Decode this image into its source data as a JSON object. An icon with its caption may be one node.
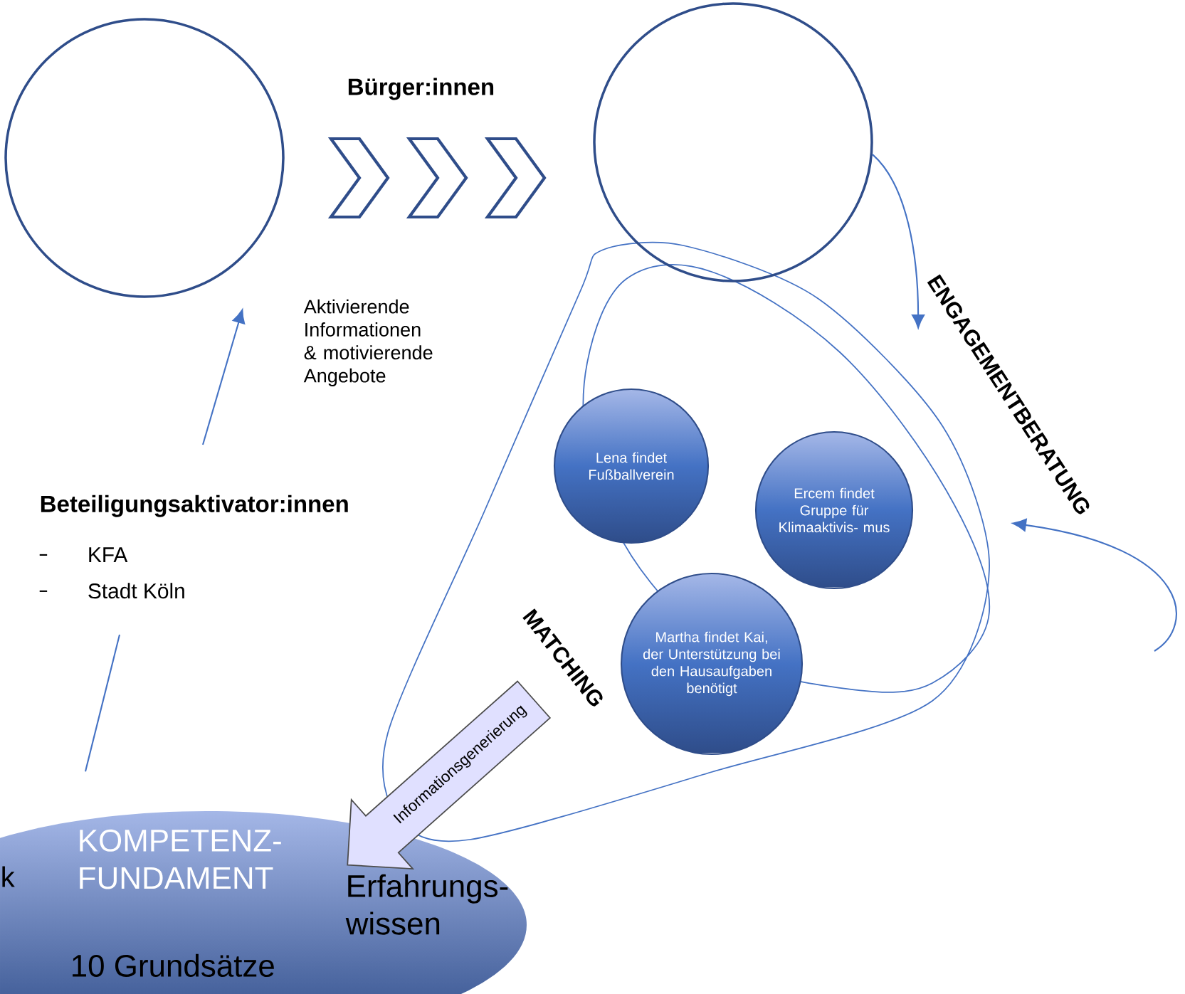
{
  "diagram": {
    "nodes": [
      {
        "text": [],
        "shape": "circle"
      },
      {
        "text": [],
        "shape": "circle"
      },
      {
        "text": [
          "Beteiligungsaktivator:innen",
          "KFA",
          "Stadt Köln"
        ]
      },
      {
        "text": [
          "Lena findet Fußballverein"
        ]
      },
      {
        "text": [
          "Ercem findet Gruppe für Klimaaktivis- mus"
        ]
      },
      {
        "text": [
          "Martha findet Kai, der Unterstützung bei den Hausaufgaben benötigt"
        ]
      },
      {
        "text": [
          "Informationsgenerierung"
        ]
      },
      {
        "text": [
          "KOMPETENZ- FUNDAMENT",
          "10 Grundsätze",
          "Erfahrungs- wissen"
        ]
      },
      {
        "text": [
          "ENGAGEMENTBERATUNG"
        ]
      }
    ],
    "edges": [
      {
        "from": 2,
        "to": 0,
        "arrow": "to"
      },
      {
        "from": 2,
        "to": 7,
        "arrow": "none"
      },
      {
        "from": 1,
        "to": 8,
        "arrow": "to"
      }
    ],
    "labels": [
      "Bürger:innen",
      "Aktivierende Informationen & motivierende Angebote",
      "MATCHING",
      "k"
    ]
  }
}
